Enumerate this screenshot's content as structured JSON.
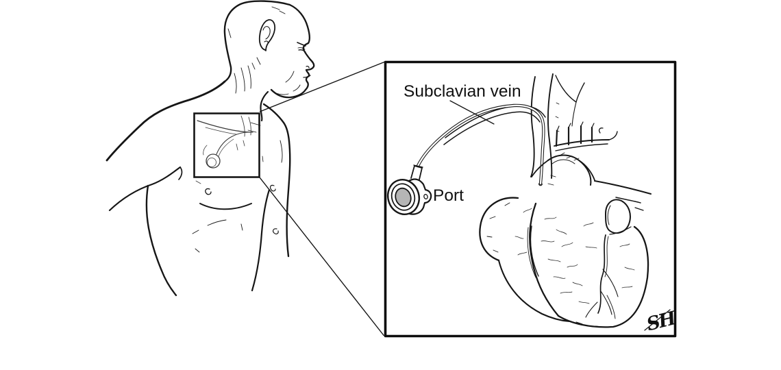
{
  "illustration": {
    "inset": {
      "labels": {
        "subclavian_vein": "Subclavian vein",
        "port": "Port"
      },
      "signature": "SH"
    },
    "colors": {
      "line": "#161616",
      "sketch_line": "#3a3a3a",
      "septum_gray": "#b5b5b5",
      "background": "#ffffff"
    }
  }
}
